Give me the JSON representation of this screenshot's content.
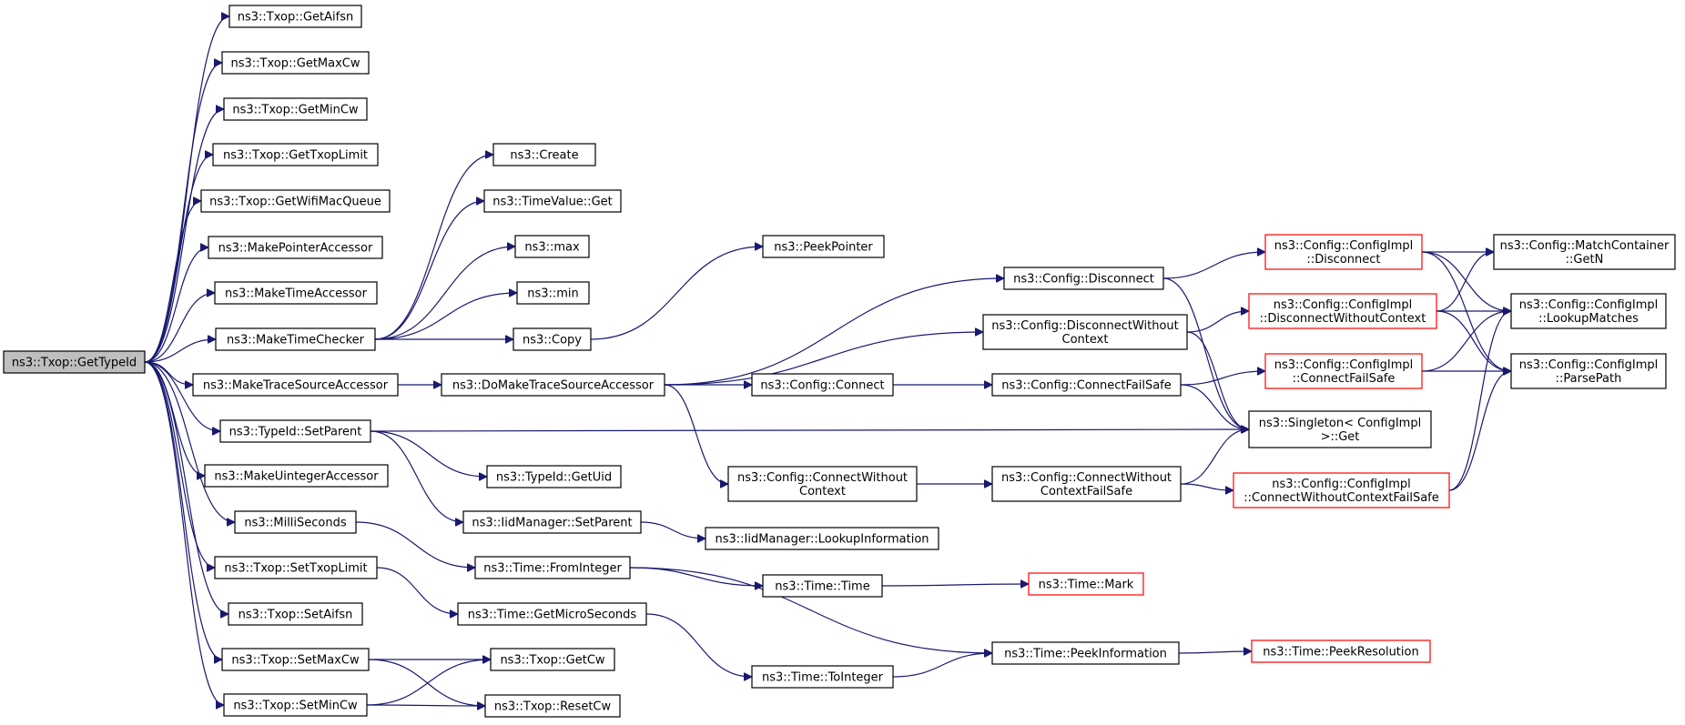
{
  "colors": {
    "edge": "#191970",
    "border": "#000000",
    "highlight_border": "#ff0000",
    "root_fill": "#bfbfbf"
  },
  "nodes": [
    {
      "id": "root",
      "lines": [
        "ns3::Txop::GetTypeId"
      ],
      "style": "root"
    },
    {
      "id": "getaifsn",
      "lines": [
        "ns3::Txop::GetAifsn"
      ]
    },
    {
      "id": "getmaxcw",
      "lines": [
        "ns3::Txop::GetMaxCw"
      ]
    },
    {
      "id": "getmincw",
      "lines": [
        "ns3::Txop::GetMinCw"
      ]
    },
    {
      "id": "gettxoplimit",
      "lines": [
        "ns3::Txop::GetTxopLimit"
      ]
    },
    {
      "id": "getwifimacqueue",
      "lines": [
        "ns3::Txop::GetWifiMacQueue"
      ]
    },
    {
      "id": "makepointeraccessor",
      "lines": [
        "ns3::MakePointerAccessor"
      ]
    },
    {
      "id": "maketimeaccessor",
      "lines": [
        "ns3::MakeTimeAccessor"
      ]
    },
    {
      "id": "maketimechecker",
      "lines": [
        "ns3::MakeTimeChecker"
      ]
    },
    {
      "id": "maketracesourceaccessor",
      "lines": [
        "ns3::MakeTraceSourceAccessor"
      ]
    },
    {
      "id": "typeidsetparent",
      "lines": [
        "ns3::TypeId::SetParent"
      ]
    },
    {
      "id": "makeuintegeraccessor",
      "lines": [
        "ns3::MakeUintegerAccessor"
      ]
    },
    {
      "id": "milliseconds",
      "lines": [
        "ns3::MilliSeconds"
      ]
    },
    {
      "id": "settxoplimit",
      "lines": [
        "ns3::Txop::SetTxopLimit"
      ]
    },
    {
      "id": "setaifsn",
      "lines": [
        "ns3::Txop::SetAifsn"
      ]
    },
    {
      "id": "setmaxcw",
      "lines": [
        "ns3::Txop::SetMaxCw"
      ]
    },
    {
      "id": "setmincw",
      "lines": [
        "ns3::Txop::SetMinCw"
      ]
    },
    {
      "id": "create",
      "lines": [
        "ns3::Create"
      ]
    },
    {
      "id": "timevalueget",
      "lines": [
        "ns3::TimeValue::Get"
      ]
    },
    {
      "id": "max",
      "lines": [
        "ns3::max"
      ]
    },
    {
      "id": "min",
      "lines": [
        "ns3::min"
      ]
    },
    {
      "id": "copy",
      "lines": [
        "ns3::Copy"
      ]
    },
    {
      "id": "domaketracesourceaccessor",
      "lines": [
        "ns3::DoMakeTraceSourceAccessor"
      ]
    },
    {
      "id": "typeidgetuid",
      "lines": [
        "ns3::TypeId::GetUid"
      ]
    },
    {
      "id": "iidmanagersetparent",
      "lines": [
        "ns3::IidManager::SetParent"
      ]
    },
    {
      "id": "timefrominteger",
      "lines": [
        "ns3::Time::FromInteger"
      ]
    },
    {
      "id": "timegetmicroseconds",
      "lines": [
        "ns3::Time::GetMicroSeconds"
      ]
    },
    {
      "id": "txopgetcw",
      "lines": [
        "ns3::Txop::GetCw"
      ]
    },
    {
      "id": "txopresetcw",
      "lines": [
        "ns3::Txop::ResetCw"
      ]
    },
    {
      "id": "peekpointer",
      "lines": [
        "ns3::PeekPointer"
      ]
    },
    {
      "id": "configconnect",
      "lines": [
        "ns3::Config::Connect"
      ]
    },
    {
      "id": "configconnectwithoutcontext",
      "lines": [
        "ns3::Config::ConnectWithout",
        "Context"
      ]
    },
    {
      "id": "iidmanagerlookupinformation",
      "lines": [
        "ns3::IidManager::LookupInformation"
      ]
    },
    {
      "id": "timetime",
      "lines": [
        "ns3::Time::Time"
      ]
    },
    {
      "id": "timetointeger",
      "lines": [
        "ns3::Time::ToInteger"
      ]
    },
    {
      "id": "configdisconnect",
      "lines": [
        "ns3::Config::Disconnect"
      ]
    },
    {
      "id": "configdisconnectwithoutcontext",
      "lines": [
        "ns3::Config::DisconnectWithout",
        "Context"
      ]
    },
    {
      "id": "configconnectfailsafe",
      "lines": [
        "ns3::Config::ConnectFailSafe"
      ]
    },
    {
      "id": "configconnectwithoutcontextfailsafe",
      "lines": [
        "ns3::Config::ConnectWithout",
        "ContextFailSafe"
      ]
    },
    {
      "id": "timepeekinformation",
      "lines": [
        "ns3::Time::PeekInformation"
      ]
    },
    {
      "id": "timemark",
      "lines": [
        "ns3::Time::Mark"
      ],
      "style": "red"
    },
    {
      "id": "implDisconnect",
      "lines": [
        "ns3::Config::ConfigImpl",
        "::Disconnect"
      ],
      "style": "red"
    },
    {
      "id": "implDisconnectWithoutContext",
      "lines": [
        "ns3::Config::ConfigImpl",
        "::DisconnectWithoutContext"
      ],
      "style": "red"
    },
    {
      "id": "implConnectFailSafe",
      "lines": [
        "ns3::Config::ConfigImpl",
        "::ConnectFailSafe"
      ],
      "style": "red"
    },
    {
      "id": "singletonget",
      "lines": [
        "ns3::Singleton< ConfigImpl",
        ">::Get"
      ]
    },
    {
      "id": "implConnectWithoutContextFailSafe",
      "lines": [
        "ns3::Config::ConfigImpl",
        "::ConnectWithoutContextFailSafe"
      ],
      "style": "red"
    },
    {
      "id": "timepeekresolution",
      "lines": [
        "ns3::Time::PeekResolution"
      ],
      "style": "red"
    },
    {
      "id": "matchcontainergetn",
      "lines": [
        "ns3::Config::MatchContainer",
        "::GetN"
      ]
    },
    {
      "id": "impllookupmatches",
      "lines": [
        "ns3::Config::ConfigImpl",
        "::LookupMatches"
      ]
    },
    {
      "id": "implparsepath",
      "lines": [
        "ns3::Config::ConfigImpl",
        "::ParsePath"
      ]
    }
  ],
  "edges": [
    [
      "root",
      "getaifsn"
    ],
    [
      "root",
      "getmaxcw"
    ],
    [
      "root",
      "getmincw"
    ],
    [
      "root",
      "gettxoplimit"
    ],
    [
      "root",
      "getwifimacqueue"
    ],
    [
      "root",
      "makepointeraccessor"
    ],
    [
      "root",
      "maketimeaccessor"
    ],
    [
      "root",
      "maketimechecker"
    ],
    [
      "root",
      "maketracesourceaccessor"
    ],
    [
      "root",
      "typeidsetparent"
    ],
    [
      "root",
      "makeuintegeraccessor"
    ],
    [
      "root",
      "milliseconds"
    ],
    [
      "root",
      "settxoplimit"
    ],
    [
      "root",
      "setaifsn"
    ],
    [
      "root",
      "setmaxcw"
    ],
    [
      "root",
      "setmincw"
    ],
    [
      "maketimechecker",
      "create"
    ],
    [
      "maketimechecker",
      "timevalueget"
    ],
    [
      "maketimechecker",
      "max"
    ],
    [
      "maketimechecker",
      "min"
    ],
    [
      "maketimechecker",
      "copy"
    ],
    [
      "copy",
      "peekpointer"
    ],
    [
      "maketracesourceaccessor",
      "domaketracesourceaccessor"
    ],
    [
      "domaketracesourceaccessor",
      "configdisconnect"
    ],
    [
      "domaketracesourceaccessor",
      "configdisconnectwithoutcontext"
    ],
    [
      "domaketracesourceaccessor",
      "configconnect"
    ],
    [
      "domaketracesourceaccessor",
      "configconnectwithoutcontext"
    ],
    [
      "typeidsetparent",
      "singletonget"
    ],
    [
      "typeidsetparent",
      "typeidgetuid"
    ],
    [
      "typeidsetparent",
      "iidmanagersetparent"
    ],
    [
      "iidmanagersetparent",
      "iidmanagerlookupinformation"
    ],
    [
      "milliseconds",
      "timefrominteger"
    ],
    [
      "timefrominteger",
      "timetime"
    ],
    [
      "timefrominteger",
      "timepeekinformation"
    ],
    [
      "timetime",
      "timemark"
    ],
    [
      "settxoplimit",
      "timegetmicroseconds"
    ],
    [
      "timegetmicroseconds",
      "timetointeger"
    ],
    [
      "timetointeger",
      "timepeekinformation"
    ],
    [
      "timepeekinformation",
      "timepeekresolution"
    ],
    [
      "setmaxcw",
      "txopgetcw"
    ],
    [
      "setmaxcw",
      "txopresetcw"
    ],
    [
      "setmincw",
      "txopgetcw"
    ],
    [
      "setmincw",
      "txopresetcw"
    ],
    [
      "configdisconnect",
      "implDisconnect"
    ],
    [
      "configdisconnect",
      "singletonget"
    ],
    [
      "configdisconnectwithoutcontext",
      "implDisconnectWithoutContext"
    ],
    [
      "configdisconnectwithoutcontext",
      "singletonget"
    ],
    [
      "configconnect",
      "configconnectfailsafe"
    ],
    [
      "configconnectfailsafe",
      "implConnectFailSafe"
    ],
    [
      "configconnectfailsafe",
      "singletonget"
    ],
    [
      "configconnectwithoutcontext",
      "configconnectwithoutcontextfailsafe"
    ],
    [
      "configconnectwithoutcontextfailsafe",
      "implConnectWithoutContextFailSafe"
    ],
    [
      "configconnectwithoutcontextfailsafe",
      "singletonget"
    ],
    [
      "implDisconnect",
      "matchcontainergetn"
    ],
    [
      "implDisconnect",
      "impllookupmatches"
    ],
    [
      "implDisconnect",
      "implparsepath"
    ],
    [
      "implDisconnectWithoutContext",
      "matchcontainergetn"
    ],
    [
      "implDisconnectWithoutContext",
      "impllookupmatches"
    ],
    [
      "implDisconnectWithoutContext",
      "implparsepath"
    ],
    [
      "implConnectFailSafe",
      "impllookupmatches"
    ],
    [
      "implConnectFailSafe",
      "implparsepath"
    ],
    [
      "implConnectWithoutContextFailSafe",
      "impllookupmatches"
    ],
    [
      "implConnectWithoutContextFailSafe",
      "implparsepath"
    ]
  ]
}
